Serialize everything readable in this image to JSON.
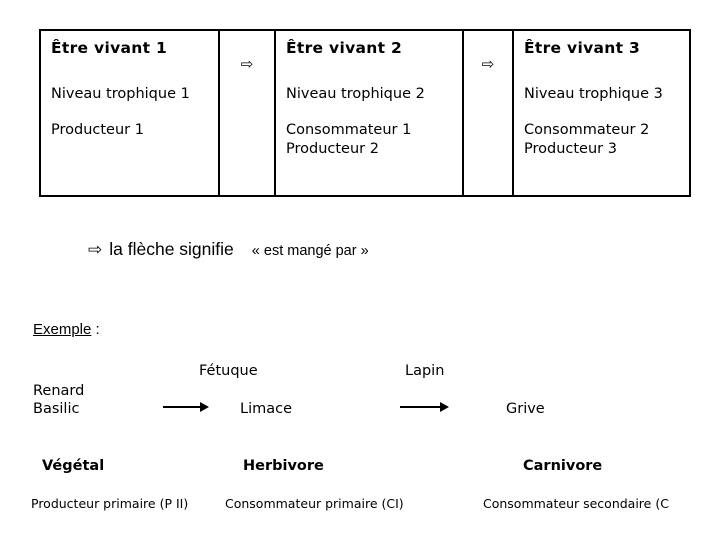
{
  "table": {
    "columns": [
      {
        "title": "Être vivant 1",
        "level": "Niveau trophique 1",
        "roles": [
          "Producteur 1"
        ]
      },
      {
        "title": "Être vivant 2",
        "level": "Niveau trophique 2",
        "roles": [
          "Consommateur 1",
          "Producteur 2"
        ]
      },
      {
        "title": "Être vivant 3",
        "level": "Niveau trophique 3",
        "roles": [
          "Consommateur 2",
          "Producteur 3"
        ]
      }
    ],
    "arrow_glyph": "⇨"
  },
  "legend": {
    "arrow_glyph": "⇨",
    "text": "la flèche signifie",
    "meaning": "« est mangé par »"
  },
  "example": {
    "heading_word": "Exemple",
    "heading_colon": " :",
    "nodes": {
      "fetuque": "Fétuque",
      "lapin": "Lapin",
      "renard": "Renard",
      "basilic": "Basilic",
      "limace": "Limace",
      "grive": "Grive"
    },
    "categories": [
      "Végétal",
      "Herbivore",
      "Carnivore"
    ],
    "footnotes": [
      "Producteur primaire (P II)",
      "Consommateur primaire (CI)",
      "Consommateur secondaire (C"
    ]
  },
  "colors": {
    "ink": "#000000",
    "page": "#ffffff"
  }
}
